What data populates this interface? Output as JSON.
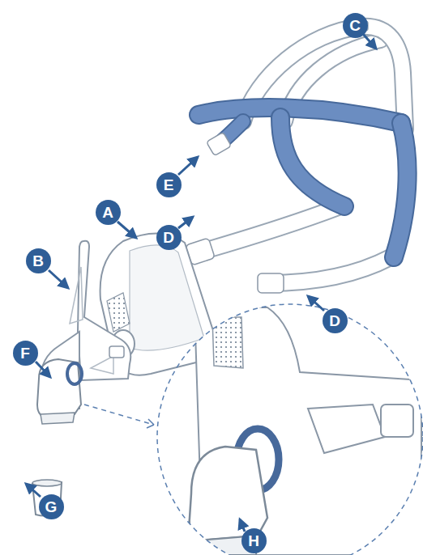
{
  "diagram": {
    "nodes": [
      {
        "text": [
          "C"
        ]
      },
      {
        "text": [
          "E"
        ]
      },
      {
        "text": [
          "A"
        ]
      },
      {
        "text": [
          "D"
        ]
      },
      {
        "text": [
          "B"
        ]
      },
      {
        "text": [
          "D"
        ]
      },
      {
        "text": [
          "F"
        ]
      },
      {
        "text": [
          "G"
        ]
      },
      {
        "text": [
          "H"
        ]
      }
    ]
  }
}
